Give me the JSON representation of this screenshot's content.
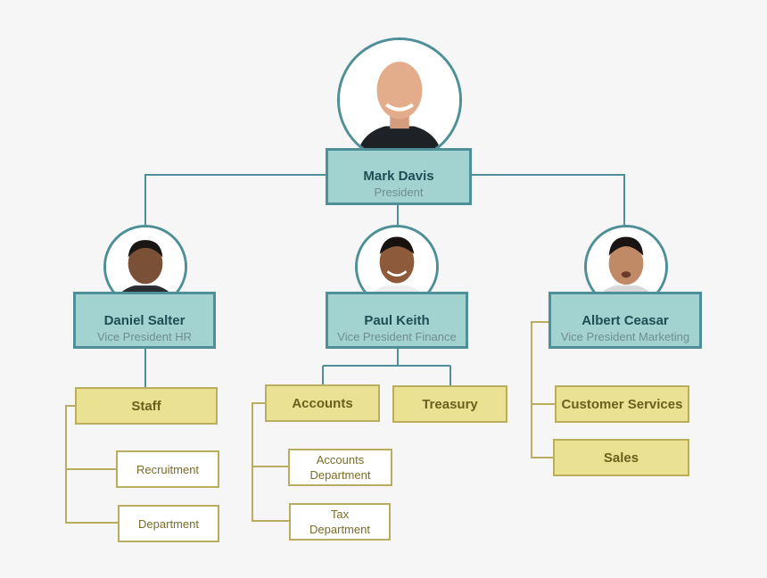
{
  "president": {
    "name": "Mark Davis",
    "title": "President",
    "photo_icon": "person-photo-icon"
  },
  "vice_presidents": [
    {
      "name": "Daniel Salter",
      "title": "Vice President HR",
      "departments": [
        {
          "label": "Staff"
        }
      ],
      "units": [
        {
          "label": "Recruitment"
        },
        {
          "label": "Department"
        }
      ]
    },
    {
      "name": "Paul Keith",
      "title": "Vice President Finance",
      "departments": [
        {
          "label": "Accounts"
        },
        {
          "label": "Treasury"
        }
      ],
      "units": [
        {
          "label": "Accounts\nDepartment"
        },
        {
          "label": "Tax\nDepartment"
        }
      ]
    },
    {
      "name": "Albert Ceasar",
      "title": "Vice President Marketing",
      "departments": [
        {
          "label": "Customer Services"
        },
        {
          "label": "Sales"
        }
      ],
      "units": []
    }
  ],
  "colors": {
    "exec_fill": "#a3d3d0",
    "exec_border": "#4f8f98",
    "dept_fill": "#ebe193",
    "dept_border": "#b9ad5f",
    "background": "#f6f6f6"
  }
}
